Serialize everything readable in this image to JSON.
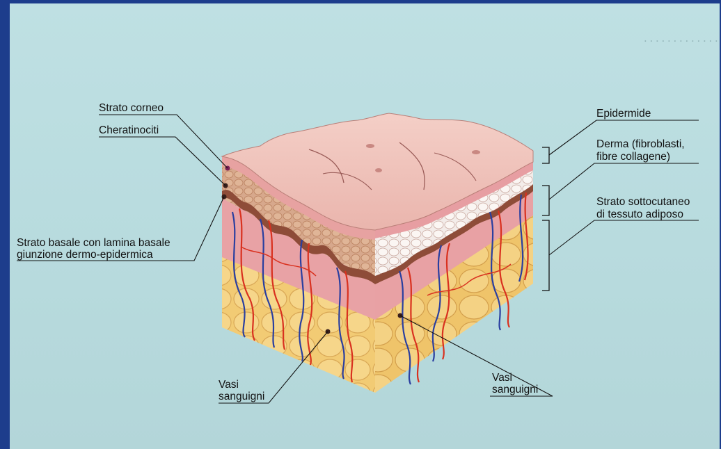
{
  "labels": {
    "strato_corneo": "Strato corneo",
    "cheratinociti": "Cheratinociti",
    "strato_basale_1": "Strato basale con lamina basale",
    "strato_basale_2": "giunzione dermo-epidermica",
    "epidermide": "Epidermide",
    "derma_1": "Derma (fibroblasti,",
    "derma_2": "fibre collagene)",
    "sottocutaneo_1": "Strato sottocutaneo",
    "sottocutaneo_2": "di tessuto adiposo",
    "vasi_left_1": "Vasi",
    "vasi_left_2": "sanguigni",
    "vasi_right_1": "Vasi",
    "vasi_right_2": "sanguigni"
  },
  "colors": {
    "frame": "#1d3d8c",
    "background": "#bfe0e3",
    "skin_top": "#f2c4bd",
    "epidermis": "#d9a79a",
    "basal_band": "#8c4a37",
    "dermis": "#e9a7a8",
    "fat": "#f0c870",
    "artery": "#d9311f",
    "vein": "#2a3fa0"
  }
}
